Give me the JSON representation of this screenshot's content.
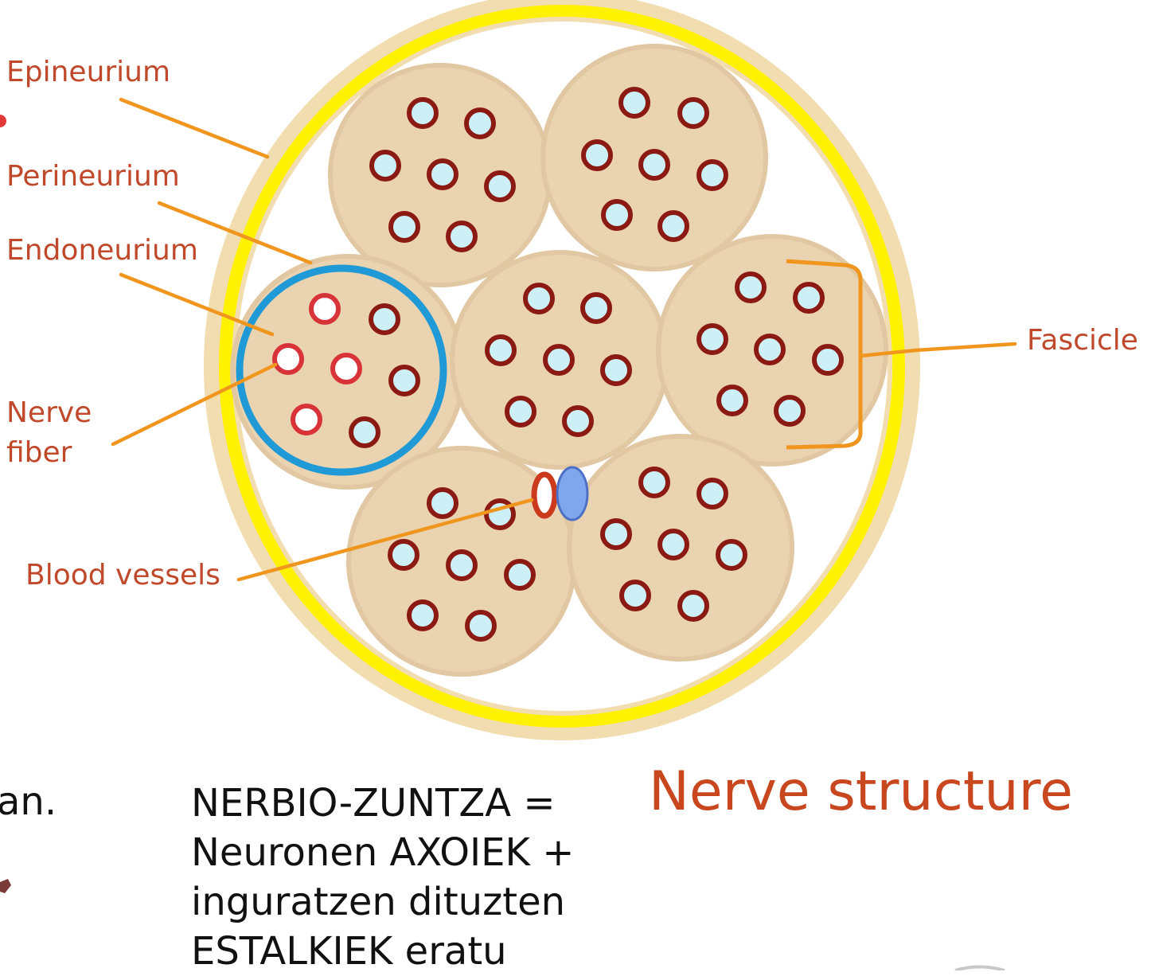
{
  "labels": {
    "epineurium": "Epineurium",
    "perineurium": "Perineurium",
    "endoneurium": "Endoneurium",
    "nerve_fiber_line1": "Nerve",
    "nerve_fiber_line2": "fiber",
    "blood_vessels": "Blood vessels",
    "fascicle": "Fascicle"
  },
  "title": "Nerve structure",
  "fragment_left": "an.",
  "caption": {
    "line1": "NERBIO-ZUNTZA =",
    "line2": "Neuronen AXOIEK +",
    "line3": "inguratzen dituzten",
    "line4": "ESTALKIEK eratu"
  },
  "colors": {
    "epineurium_tissue": "#f1ddb0",
    "outer_ring": "#fff200",
    "fascicle": "#ead3b0",
    "fascicle_edge": "#e2c8a2",
    "fiber_ring": "#8b1a12",
    "fiber_core": "#cdf0f7",
    "highlight_ring": "#1f9ad6",
    "highlight_fiber": "#d9333a",
    "leader_line": "#f0961e",
    "artery": "#cc3a1e",
    "vein": "#7fa7ee",
    "label_text": "#c0492b",
    "title_text": "#c8471e"
  }
}
